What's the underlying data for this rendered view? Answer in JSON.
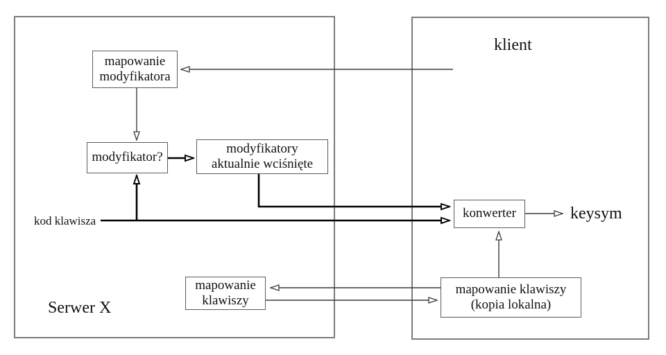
{
  "diagram": {
    "server_box": {
      "label": "Serwer X"
    },
    "client_box": {
      "label": "klient"
    },
    "nodes": {
      "modifier_mapping": {
        "line1": "mapowanie",
        "line2": "modyfikatora"
      },
      "modifier_check": {
        "label": "modyfikator?"
      },
      "modifiers_pressed": {
        "line1": "modyfikatory",
        "line2": "aktualnie wciśnięte"
      },
      "key_mapping_server": {
        "line1": "mapowanie",
        "line2": "klawiszy"
      },
      "converter": {
        "label": "konwerter"
      },
      "key_mapping_client": {
        "line1": "mapowanie klawiszy",
        "line2": "(kopia lokalna)"
      }
    },
    "labels": {
      "key_code": "kod klawisza",
      "keysym": "keysym"
    },
    "edges": [
      {
        "from": "klient",
        "to": "mapowanie modyfikatora",
        "weight": "thin"
      },
      {
        "from": "mapowanie modyfikatora",
        "to": "modyfikator?",
        "weight": "thin"
      },
      {
        "from": "modyfikator?",
        "to": "modyfikatory aktualnie wciśnięte",
        "weight": "bold"
      },
      {
        "from": "kod klawisza",
        "to": "modyfikator?",
        "weight": "bold"
      },
      {
        "from": "modyfikatory aktualnie wciśnięte",
        "to": "konwerter",
        "weight": "bold"
      },
      {
        "from": "kod klawisza",
        "to": "konwerter",
        "weight": "bold"
      },
      {
        "from": "konwerter",
        "to": "keysym",
        "weight": "thin"
      },
      {
        "from": "mapowanie klawiszy (kopia lokalna)",
        "to": "konwerter",
        "weight": "thin"
      },
      {
        "from": "mapowanie klawiszy (kopia lokalna)",
        "to": "mapowanie klawiszy",
        "weight": "thin"
      },
      {
        "from": "mapowanie klawiszy",
        "to": "mapowanie klawiszy (kopia lokalna)",
        "weight": "thin"
      }
    ],
    "colors": {
      "background": "#ffffff",
      "outer_border": "#7a7a7a",
      "node_border": "#5a5a5a",
      "text": "#111111",
      "arrow_thin": "#3a3a3a",
      "arrow_bold": "#000000"
    }
  }
}
